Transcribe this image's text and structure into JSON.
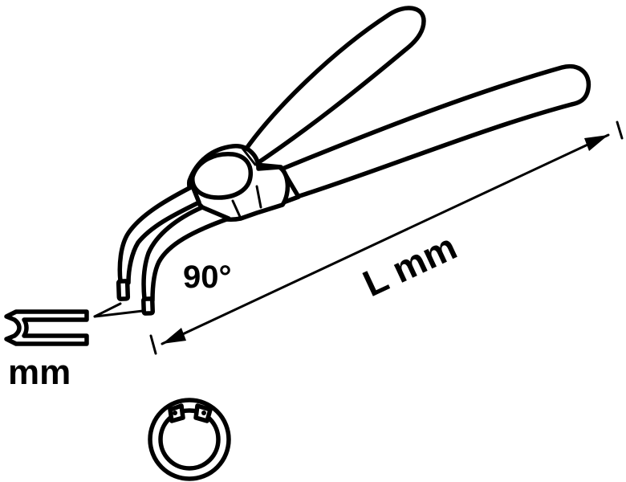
{
  "labels": {
    "angle": "90°",
    "length": "L mm",
    "tip_unit": "mm"
  },
  "icons": {
    "pliers": "circlip-pliers-90-degree-icon",
    "ring": "internal-circlip-ring-icon",
    "tip_gauge": "tip-diameter-gauge-icon"
  },
  "colors": {
    "line": "#000000",
    "background": "#ffffff"
  }
}
